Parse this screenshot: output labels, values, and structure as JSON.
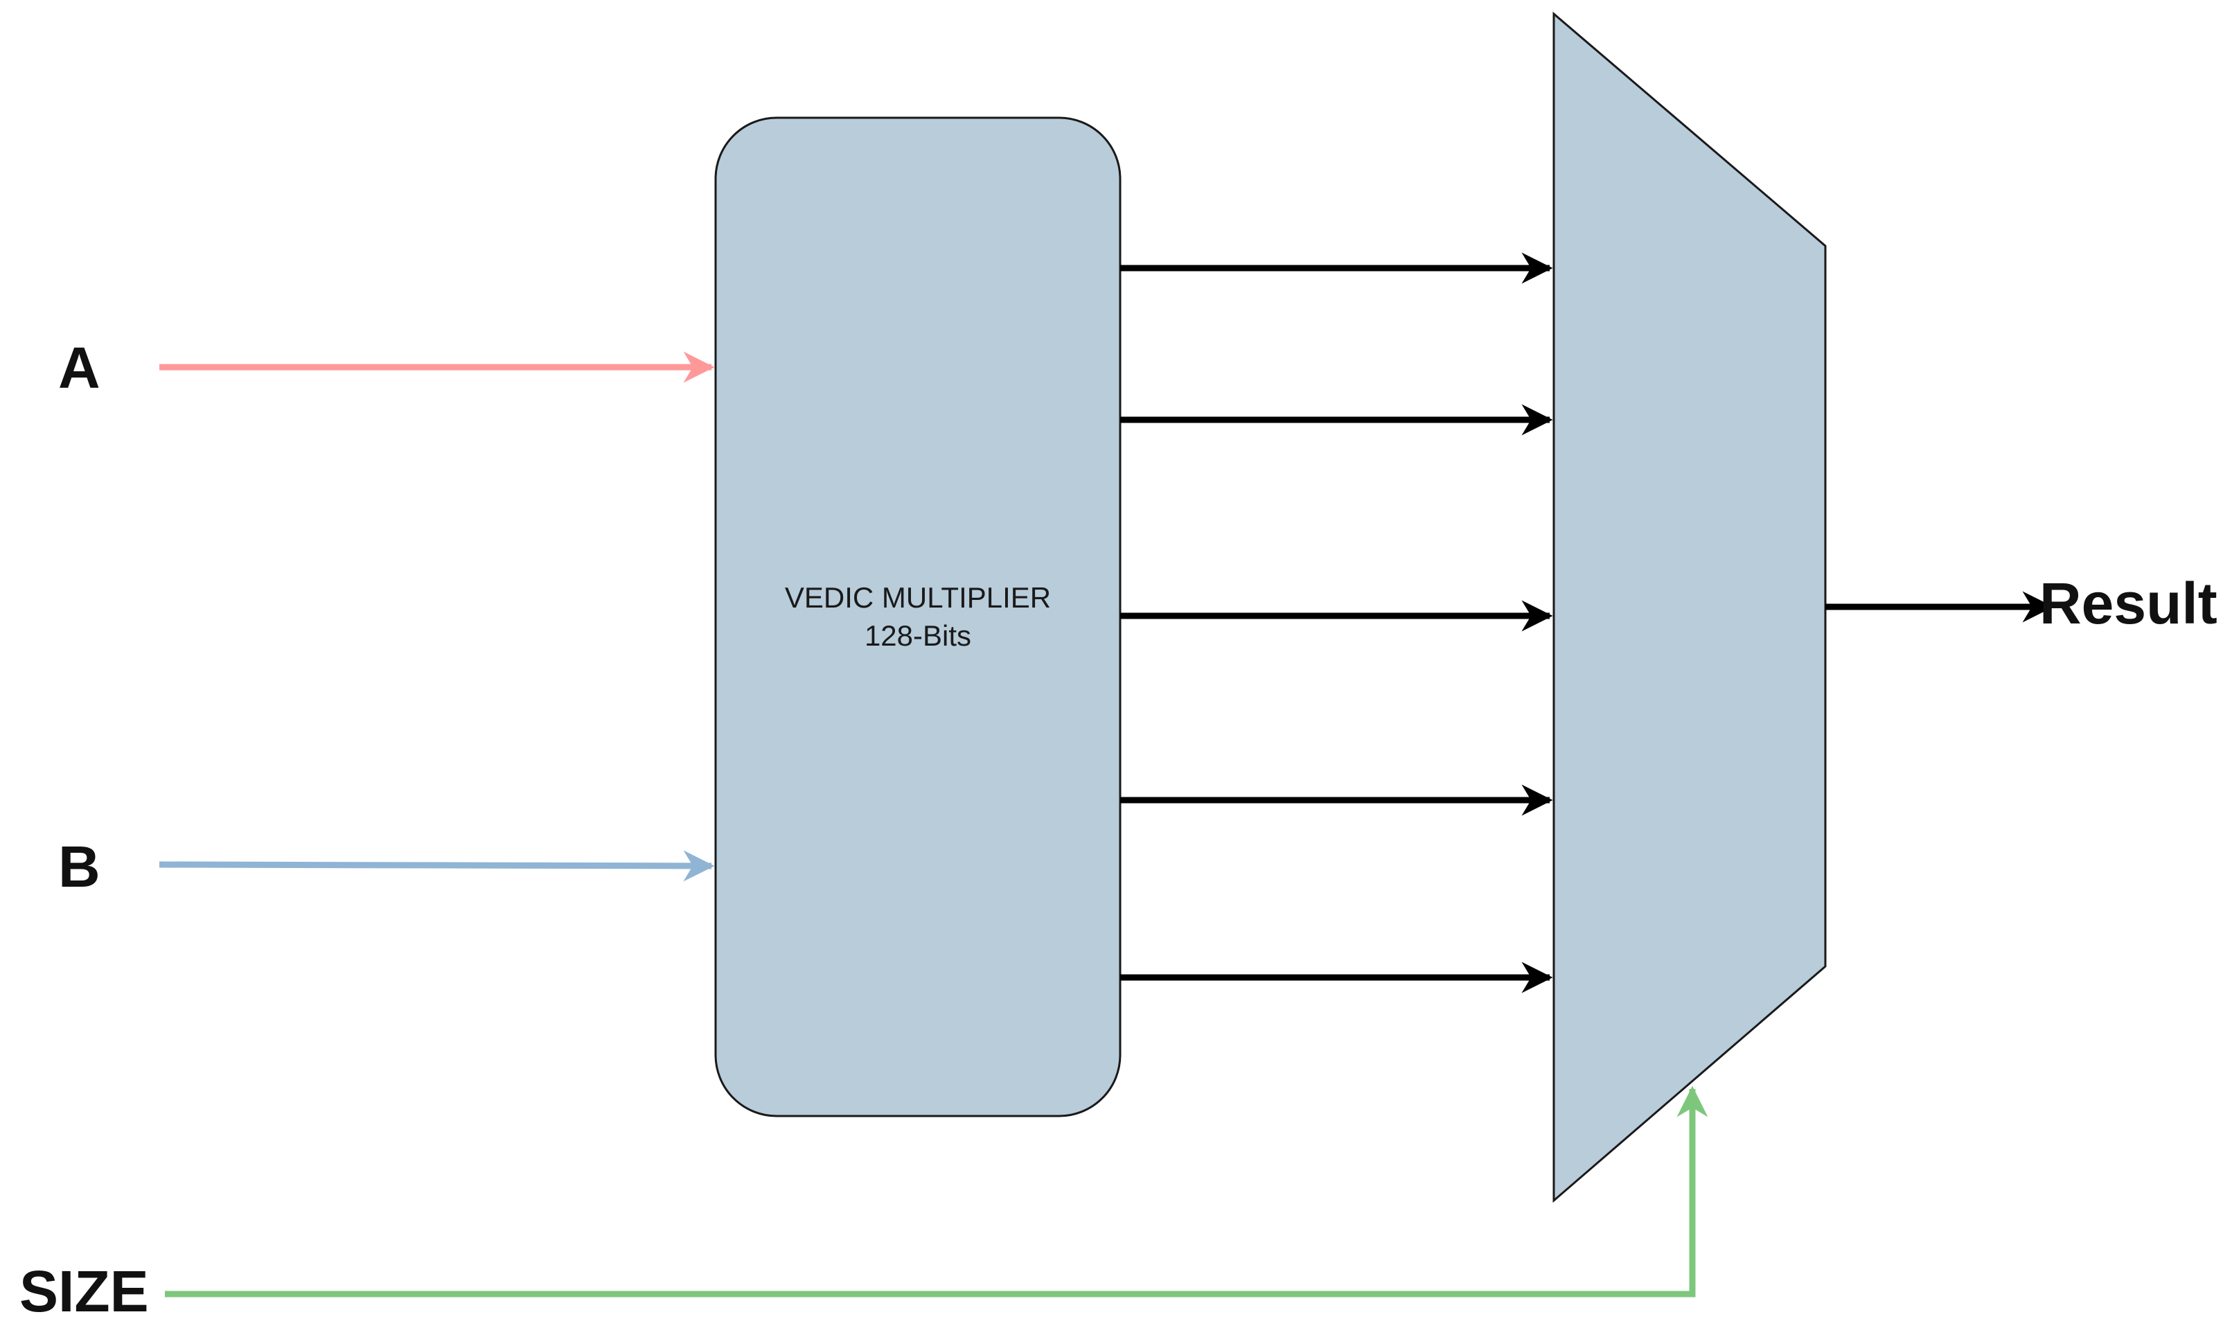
{
  "diagram": {
    "inputs": {
      "a": {
        "label": "A",
        "color": "#FF9999"
      },
      "b": {
        "label": "B",
        "color": "#8FB4D4"
      },
      "size": {
        "label": "SIZE",
        "color": "#7DC77D"
      }
    },
    "multiplier": {
      "line1": "VEDIC MULTIPLIER",
      "line2": "128-Bits",
      "fill": "#B8CCDA",
      "stroke": "#1a1a1a"
    },
    "mux": {
      "fill": "#B8CCDA",
      "stroke": "#1a1a1a"
    },
    "output": {
      "label": "Result",
      "color": "#000000"
    },
    "internal_connection_count": 5
  }
}
